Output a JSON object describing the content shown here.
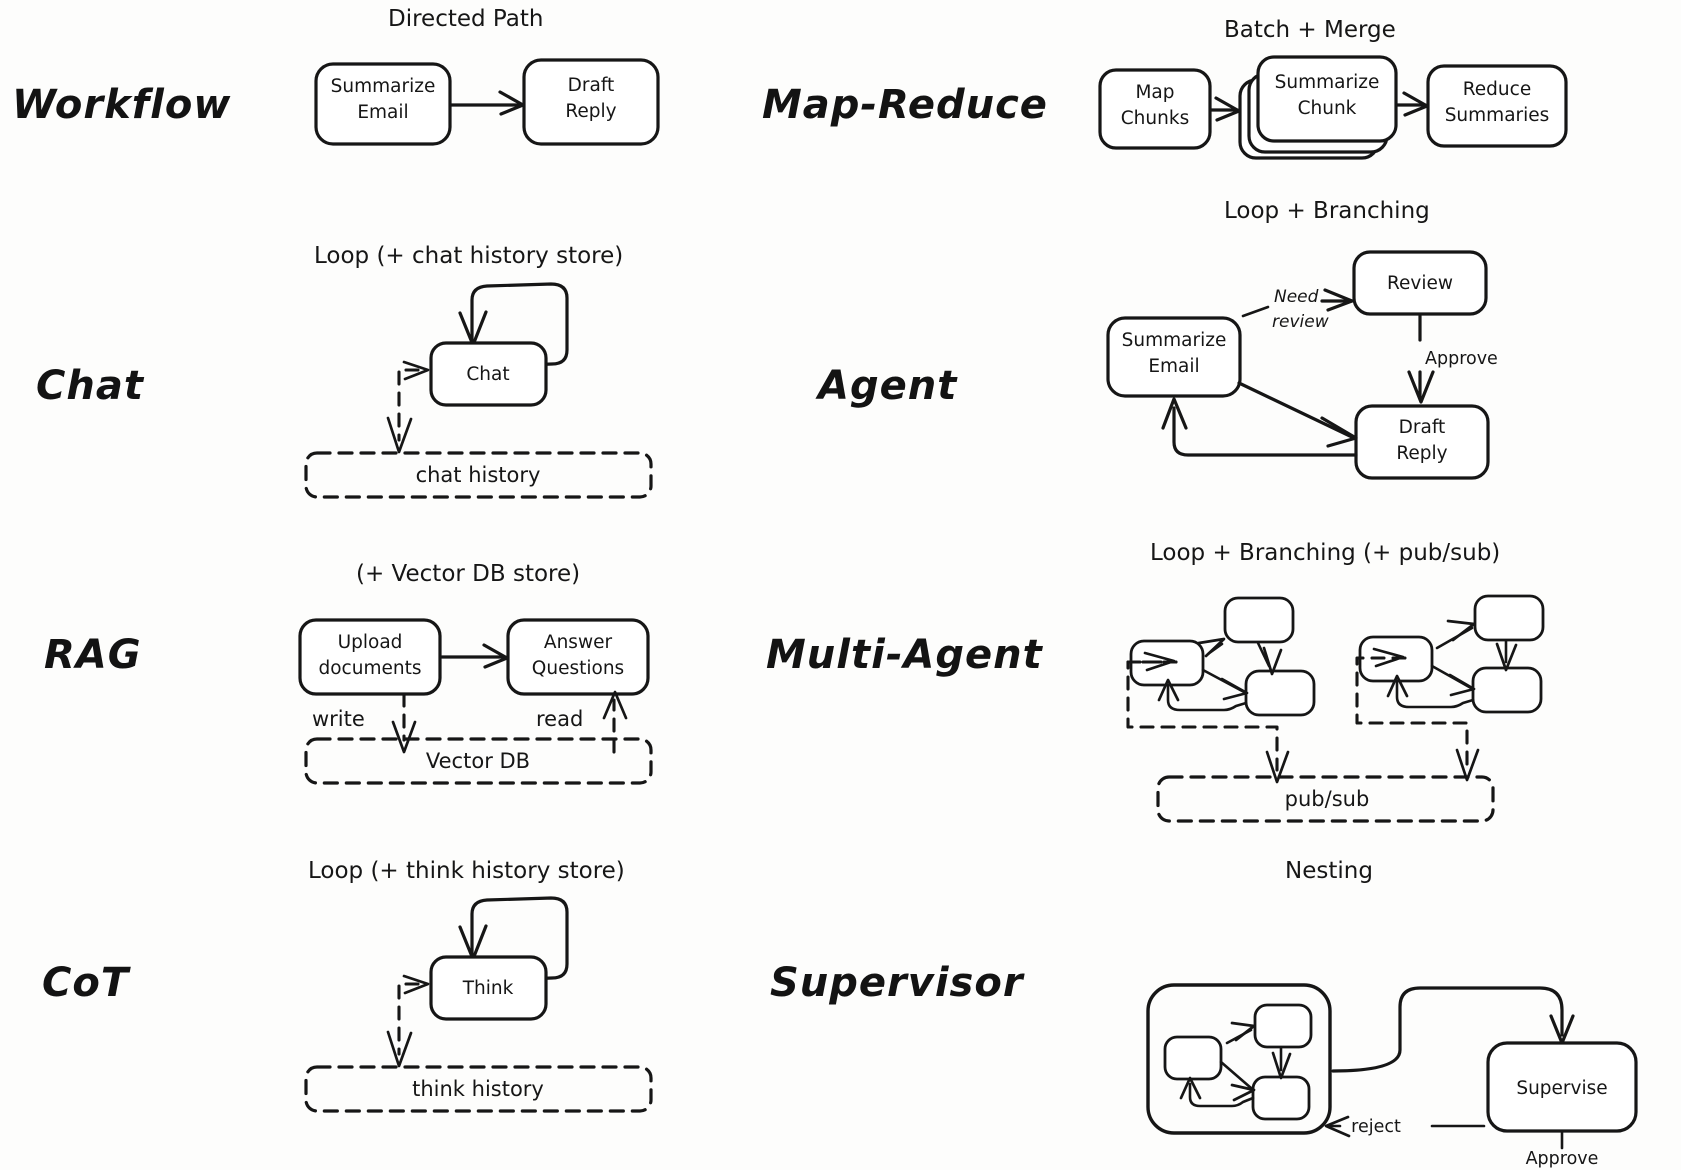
{
  "figure": {
    "title_style": "hand-drawn whiteboard sketch",
    "background": "#fdfdfc",
    "ink": "#161616"
  },
  "rows": [
    {
      "left": {
        "label": "Workflow",
        "caption": "Directed Path",
        "nodes": [
          {
            "id": "summarize-email",
            "lines": [
              "Summarize",
              "Email"
            ]
          },
          {
            "id": "draft-reply",
            "lines": [
              "Draft",
              "Reply"
            ]
          }
        ],
        "edges": [
          {
            "from": "summarize-email",
            "to": "draft-reply",
            "label": ""
          }
        ],
        "store": null
      },
      "right": {
        "label": "Map-Reduce",
        "caption": "Batch + Merge",
        "nodes": [
          {
            "id": "map-chunks",
            "lines": [
              "Map",
              "Chunks"
            ]
          },
          {
            "id": "summarize-chunk",
            "lines": [
              "Summarize",
              "Chunk"
            ],
            "stacked": true
          },
          {
            "id": "reduce-summaries",
            "lines": [
              "Reduce",
              "Summaries"
            ]
          }
        ],
        "edges": [
          {
            "from": "map-chunks",
            "to": "summarize-chunk",
            "label": ""
          },
          {
            "from": "summarize-chunk",
            "to": "reduce-summaries",
            "label": ""
          }
        ],
        "store": null
      }
    },
    {
      "left": {
        "label": "Chat",
        "caption": "Loop (+ chat history store)",
        "nodes": [
          {
            "id": "chat",
            "lines": [
              "Chat"
            ]
          }
        ],
        "edges": [
          {
            "from": "chat",
            "to": "chat",
            "label": "",
            "kind": "self-loop"
          }
        ],
        "store": {
          "id": "chat-history",
          "label": "chat history"
        }
      },
      "right": {
        "label": "Agent",
        "caption": "Loop + Branching",
        "nodes": [
          {
            "id": "summarize-email",
            "lines": [
              "Summarize",
              "Email"
            ]
          },
          {
            "id": "review",
            "lines": [
              "Review"
            ]
          },
          {
            "id": "draft-reply",
            "lines": [
              "Draft",
              "Reply"
            ]
          }
        ],
        "edges": [
          {
            "from": "summarize-email",
            "to": "review",
            "label": "Need review"
          },
          {
            "from": "review",
            "to": "draft-reply",
            "label": "Approve"
          },
          {
            "from": "summarize-email",
            "to": "draft-reply",
            "label": ""
          },
          {
            "from": "draft-reply",
            "to": "summarize-email",
            "label": "",
            "kind": "loop-back"
          }
        ],
        "store": null
      }
    },
    {
      "left": {
        "label": "RAG",
        "caption": "(+ Vector DB store)",
        "nodes": [
          {
            "id": "upload-documents",
            "lines": [
              "Upload",
              "documents"
            ]
          },
          {
            "id": "answer-questions",
            "lines": [
              "Answer",
              "Questions"
            ]
          }
        ],
        "edges": [
          {
            "from": "upload-documents",
            "to": "answer-questions",
            "label": ""
          },
          {
            "from": "upload-documents",
            "to": "vector-db",
            "label": "write",
            "kind": "dashed"
          },
          {
            "from": "vector-db",
            "to": "answer-questions",
            "label": "read",
            "kind": "dashed"
          }
        ],
        "store": {
          "id": "vector-db",
          "label": "Vector DB"
        }
      },
      "right": {
        "label": "Multi-Agent",
        "caption": "Loop + Branching (+ pub/sub)",
        "nodes": [
          {
            "id": "agent-a1",
            "lines": []
          },
          {
            "id": "agent-a2",
            "lines": []
          },
          {
            "id": "agent-a3",
            "lines": []
          },
          {
            "id": "agent-b1",
            "lines": []
          },
          {
            "id": "agent-b2",
            "lines": []
          },
          {
            "id": "agent-b3",
            "lines": []
          }
        ],
        "edges": [],
        "store": {
          "id": "pub-sub",
          "label": "pub/sub"
        }
      }
    },
    {
      "left": {
        "label": "CoT",
        "caption": "Loop (+ think history store)",
        "nodes": [
          {
            "id": "think",
            "lines": [
              "Think"
            ]
          }
        ],
        "edges": [
          {
            "from": "think",
            "to": "think",
            "label": "",
            "kind": "self-loop"
          }
        ],
        "store": {
          "id": "think-history",
          "label": "think history"
        }
      },
      "right": {
        "label": "Supervisor",
        "caption": "Nesting",
        "nodes": [
          {
            "id": "sub-agent-1",
            "lines": []
          },
          {
            "id": "sub-agent-2",
            "lines": []
          },
          {
            "id": "sub-agent-3",
            "lines": []
          },
          {
            "id": "supervise",
            "lines": [
              "Supervise"
            ]
          }
        ],
        "edges": [
          {
            "from": "subgraph",
            "to": "supervise",
            "label": ""
          },
          {
            "from": "supervise",
            "to": "subgraph",
            "label": "reject"
          },
          {
            "from": "supervise",
            "to": "out",
            "label": "Approve"
          }
        ],
        "store": null
      }
    }
  ]
}
